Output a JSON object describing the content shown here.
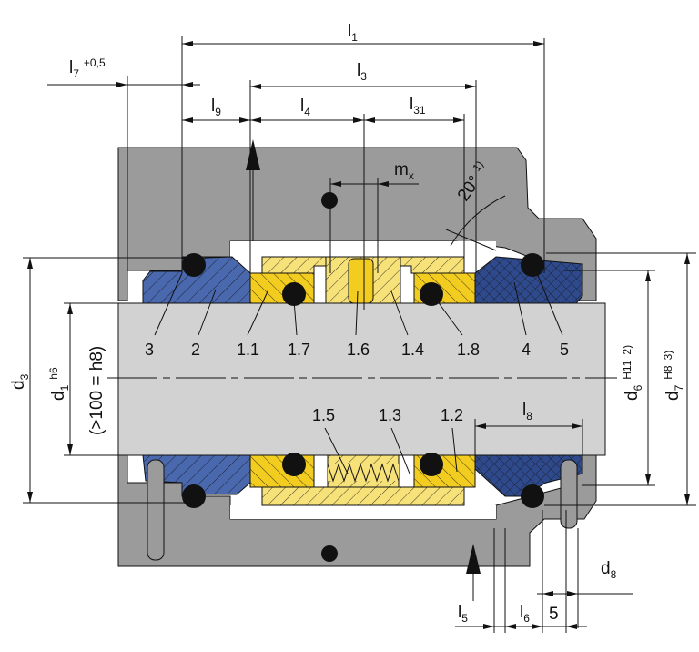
{
  "colors": {
    "housing": "#9b9b9b",
    "shaft": "#d2d2d2",
    "seat_blue": "#4a68ad",
    "seat_blue_dark": "#2f4a8c",
    "yellow": "#f2cc1f",
    "yellow_light": "#f7e27a",
    "oring": "#111111"
  },
  "dimensions": {
    "l1": {
      "main": "l",
      "sub": "1"
    },
    "l7": {
      "main": "l",
      "sub": "7",
      "tol": "+0,5"
    },
    "l3": {
      "main": "l",
      "sub": "3"
    },
    "l9": {
      "main": "l",
      "sub": "9"
    },
    "l4": {
      "main": "l",
      "sub": "4"
    },
    "l31": {
      "main": "l",
      "sub": "31"
    },
    "mx": {
      "main": "m",
      "sub": "x"
    },
    "angle": {
      "value": "20°",
      "note": "1)"
    },
    "d3": {
      "main": "d",
      "sub": "3"
    },
    "d1": {
      "main": "d",
      "sub": "1",
      "tol": "h6",
      "note": "(>100 = h8)"
    },
    "d6": {
      "main": "d",
      "sub": "6",
      "tol": "H11",
      "note": "2)"
    },
    "d7": {
      "main": "d",
      "sub": "7",
      "tol": "H8",
      "note": "3)"
    },
    "l8": {
      "main": "l",
      "sub": "8"
    },
    "l5": {
      "main": "l",
      "sub": "5"
    },
    "l6": {
      "main": "l",
      "sub": "6"
    },
    "five": "5",
    "d8": {
      "main": "d",
      "sub": "8"
    }
  },
  "parts_top": [
    "3",
    "2",
    "1.1",
    "1.7",
    "1.6",
    "1.4",
    "1.8",
    "4",
    "5"
  ],
  "parts_bottom": [
    "1.5",
    "1.3",
    "1.2"
  ]
}
